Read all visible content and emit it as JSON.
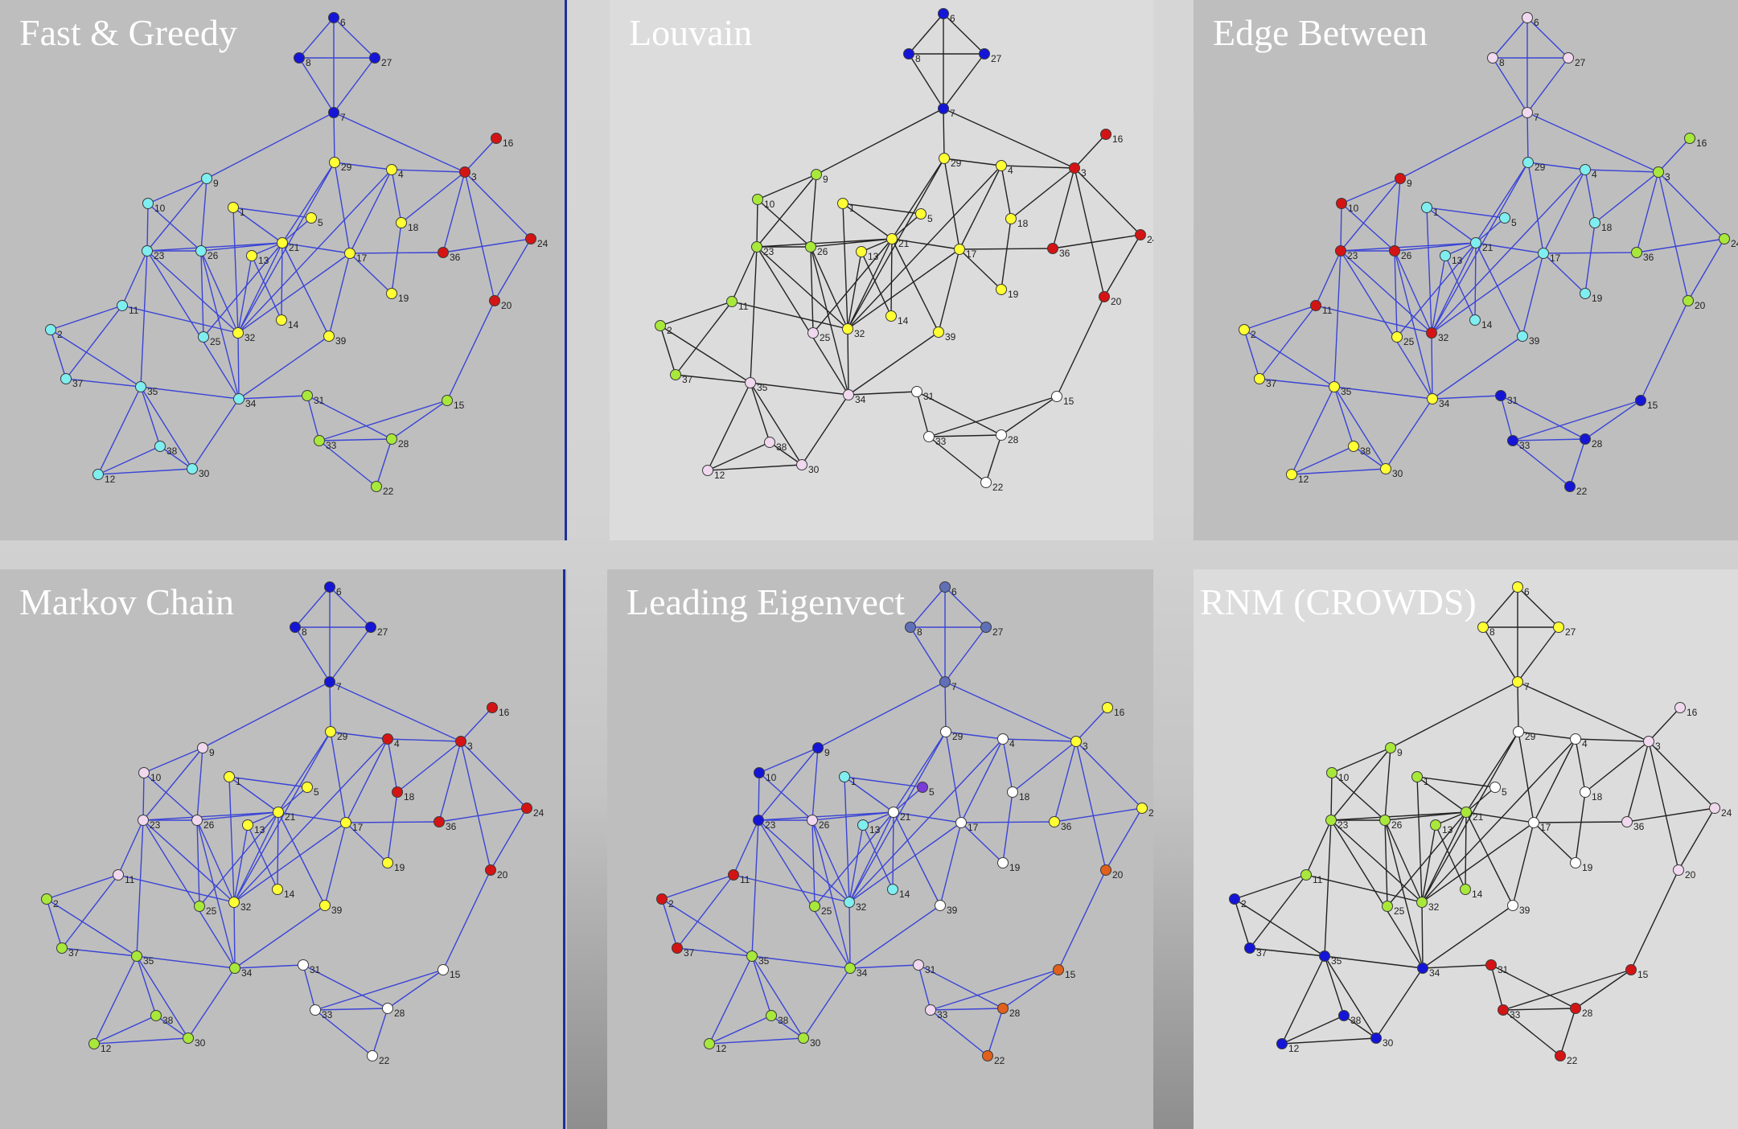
{
  "edges": [
    [
      6,
      8
    ],
    [
      6,
      27
    ],
    [
      8,
      27
    ],
    [
      6,
      7
    ],
    [
      8,
      7
    ],
    [
      27,
      7
    ],
    [
      7,
      9
    ],
    [
      7,
      29
    ],
    [
      7,
      3
    ],
    [
      9,
      10
    ],
    [
      9,
      23
    ],
    [
      9,
      26
    ],
    [
      10,
      23
    ],
    [
      10,
      26
    ],
    [
      23,
      26
    ],
    [
      23,
      11
    ],
    [
      23,
      35
    ],
    [
      23,
      32
    ],
    [
      23,
      34
    ],
    [
      23,
      21
    ],
    [
      26,
      21
    ],
    [
      26,
      32
    ],
    [
      26,
      25
    ],
    [
      26,
      34
    ],
    [
      1,
      5
    ],
    [
      1,
      21
    ],
    [
      1,
      32
    ],
    [
      5,
      21
    ],
    [
      13,
      21
    ],
    [
      13,
      32
    ],
    [
      13,
      14
    ],
    [
      21,
      32
    ],
    [
      21,
      14
    ],
    [
      21,
      17
    ],
    [
      21,
      25
    ],
    [
      21,
      39
    ],
    [
      29,
      17
    ],
    [
      29,
      4
    ],
    [
      29,
      21
    ],
    [
      29,
      32
    ],
    [
      4,
      17
    ],
    [
      4,
      18
    ],
    [
      4,
      3
    ],
    [
      4,
      32
    ],
    [
      3,
      16
    ],
    [
      3,
      36
    ],
    [
      3,
      20
    ],
    [
      3,
      24
    ],
    [
      3,
      18
    ],
    [
      17,
      36
    ],
    [
      17,
      39
    ],
    [
      17,
      19
    ],
    [
      17,
      32
    ],
    [
      18,
      19
    ],
    [
      36,
      24
    ],
    [
      24,
      20
    ],
    [
      11,
      2
    ],
    [
      11,
      37
    ],
    [
      11,
      32
    ],
    [
      2,
      37
    ],
    [
      2,
      35
    ],
    [
      37,
      35
    ],
    [
      35,
      34
    ],
    [
      35,
      38
    ],
    [
      35,
      12
    ],
    [
      35,
      30
    ],
    [
      12,
      38
    ],
    [
      12,
      30
    ],
    [
      38,
      30
    ],
    [
      34,
      39
    ],
    [
      34,
      30
    ],
    [
      34,
      31
    ],
    [
      34,
      32
    ],
    [
      31,
      33
    ],
    [
      31,
      28
    ],
    [
      33,
      28
    ],
    [
      33,
      22
    ],
    [
      33,
      15
    ],
    [
      28,
      22
    ],
    [
      28,
      15
    ],
    [
      15,
      20
    ]
  ],
  "panels": [
    {
      "title": "Fast & Greedy",
      "bg": "#bebebe",
      "edge_color": "#3a44d6",
      "colors": {
        "1": "#ffff33",
        "2": "#7feef0",
        "3": "#d41414",
        "4": "#ffff33",
        "5": "#ffff33",
        "6": "#1515d8",
        "7": "#1515d8",
        "8": "#1515d8",
        "9": "#7feef0",
        "10": "#7feef0",
        "11": "#7feef0",
        "12": "#7feef0",
        "13": "#ffff33",
        "14": "#ffff33",
        "15": "#a8e83a",
        "16": "#d41414",
        "17": "#ffff33",
        "18": "#ffff33",
        "19": "#ffff33",
        "20": "#d41414",
        "21": "#ffff33",
        "22": "#a8e83a",
        "23": "#7feef0",
        "24": "#d41414",
        "25": "#7feef0",
        "26": "#7feef0",
        "27": "#1515d8",
        "28": "#a8e83a",
        "29": "#ffff33",
        "30": "#7feef0",
        "31": "#a8e83a",
        "32": "#ffff33",
        "33": "#a8e83a",
        "34": "#7feef0",
        "35": "#7feef0",
        "36": "#d41414",
        "37": "#7feef0",
        "38": "#7feef0",
        "39": "#ffff33"
      }
    },
    {
      "title": "Louvain",
      "bg": "#dcdcdc",
      "edge_color": "#222222",
      "colors": {
        "1": "#ffff33",
        "2": "#a8e83a",
        "3": "#d41414",
        "4": "#ffff33",
        "5": "#ffff33",
        "6": "#1515d8",
        "7": "#1515d8",
        "8": "#1515d8",
        "9": "#a8e83a",
        "10": "#a8e83a",
        "11": "#a8e83a",
        "12": "#f0d8ee",
        "13": "#ffff33",
        "14": "#ffff33",
        "15": "#ffffff",
        "16": "#d41414",
        "17": "#ffff33",
        "18": "#ffff33",
        "19": "#ffff33",
        "20": "#d41414",
        "21": "#ffff33",
        "22": "#ffffff",
        "23": "#a8e83a",
        "24": "#d41414",
        "25": "#f0d8ee",
        "26": "#a8e83a",
        "27": "#1515d8",
        "28": "#ffffff",
        "29": "#ffff33",
        "30": "#f0d8ee",
        "31": "#ffffff",
        "32": "#ffff33",
        "33": "#ffffff",
        "34": "#f0d8ee",
        "35": "#f0d8ee",
        "36": "#d41414",
        "37": "#a8e83a",
        "38": "#f0d8ee",
        "39": "#ffff33"
      }
    },
    {
      "title": "Edge Between",
      "bg": "#bebebe",
      "edge_color": "#3a44d6",
      "colors": {
        "1": "#7feef0",
        "2": "#ffff33",
        "3": "#a8e83a",
        "4": "#7feef0",
        "5": "#7feef0",
        "6": "#f0d8ee",
        "7": "#f0d8ee",
        "8": "#f0d8ee",
        "9": "#d41414",
        "10": "#d41414",
        "11": "#d41414",
        "12": "#ffff33",
        "13": "#7feef0",
        "14": "#7feef0",
        "15": "#1515d8",
        "16": "#a8e83a",
        "17": "#7feef0",
        "18": "#7feef0",
        "19": "#7feef0",
        "20": "#a8e83a",
        "21": "#7feef0",
        "22": "#1515d8",
        "23": "#d41414",
        "24": "#a8e83a",
        "25": "#ffff33",
        "26": "#d41414",
        "27": "#f0d8ee",
        "28": "#1515d8",
        "29": "#7feef0",
        "30": "#ffff33",
        "31": "#1515d8",
        "32": "#d41414",
        "33": "#1515d8",
        "34": "#ffff33",
        "35": "#ffff33",
        "36": "#a8e83a",
        "37": "#ffff33",
        "38": "#ffff33",
        "39": "#7feef0"
      }
    },
    {
      "title": "Markov Chain",
      "bg": "#bebebe",
      "edge_color": "#3a44d6",
      "colors": {
        "1": "#ffff33",
        "2": "#a8e83a",
        "3": "#d41414",
        "4": "#d41414",
        "5": "#ffff33",
        "6": "#1515d8",
        "7": "#1515d8",
        "8": "#1515d8",
        "9": "#f0d8ee",
        "10": "#f0d8ee",
        "11": "#f0d8ee",
        "12": "#a8e83a",
        "13": "#ffff33",
        "14": "#ffff33",
        "15": "#ffffff",
        "16": "#d41414",
        "17": "#ffff33",
        "18": "#d41414",
        "19": "#ffff33",
        "20": "#d41414",
        "21": "#ffff33",
        "22": "#ffffff",
        "23": "#f0d8ee",
        "24": "#d41414",
        "25": "#a8e83a",
        "26": "#f0d8ee",
        "27": "#1515d8",
        "28": "#ffffff",
        "29": "#ffff33",
        "30": "#a8e83a",
        "31": "#ffffff",
        "32": "#ffff33",
        "33": "#ffffff",
        "34": "#a8e83a",
        "35": "#a8e83a",
        "36": "#d41414",
        "37": "#a8e83a",
        "38": "#a8e83a",
        "39": "#ffff33"
      }
    },
    {
      "title": "Leading Eigenvect",
      "bg": "#bebebe",
      "edge_color": "#3a44d6",
      "colors": {
        "1": "#7feef0",
        "2": "#d41414",
        "3": "#ffff33",
        "4": "#ffffff",
        "5": "#7a3cd6",
        "6": "#6070b8",
        "7": "#6070b8",
        "8": "#6070b8",
        "9": "#1515d8",
        "10": "#1515d8",
        "11": "#d41414",
        "12": "#a8e83a",
        "13": "#7feef0",
        "14": "#7feef0",
        "15": "#e0601c",
        "16": "#ffff33",
        "17": "#ffffff",
        "18": "#ffffff",
        "19": "#ffffff",
        "20": "#e0601c",
        "21": "#ffffff",
        "22": "#e0601c",
        "23": "#1515d8",
        "24": "#ffff33",
        "25": "#a8e83a",
        "26": "#f0d8ee",
        "27": "#6070b8",
        "28": "#e0601c",
        "29": "#ffffff",
        "30": "#a8e83a",
        "31": "#f0d8ee",
        "32": "#7feef0",
        "33": "#f0d8ee",
        "34": "#a8e83a",
        "35": "#a8e83a",
        "36": "#ffff33",
        "37": "#d41414",
        "38": "#a8e83a",
        "39": "#ffffff"
      }
    },
    {
      "title": "RNM (CROWDS)",
      "bg": "#dcdcdc",
      "edge_color": "#222222",
      "colors": {
        "1": "#a8e83a",
        "2": "#1515d8",
        "3": "#f0d8ee",
        "4": "#ffffff",
        "5": "#ffffff",
        "6": "#ffff33",
        "7": "#ffff33",
        "8": "#ffff33",
        "9": "#a8e83a",
        "10": "#a8e83a",
        "11": "#a8e83a",
        "12": "#1515d8",
        "13": "#a8e83a",
        "14": "#a8e83a",
        "15": "#d41414",
        "16": "#f0d8ee",
        "17": "#ffffff",
        "18": "#ffffff",
        "19": "#ffffff",
        "20": "#f0d8ee",
        "21": "#a8e83a",
        "22": "#d41414",
        "23": "#a8e83a",
        "24": "#f0d8ee",
        "25": "#a8e83a",
        "26": "#a8e83a",
        "27": "#ffff33",
        "28": "#d41414",
        "29": "#ffffff",
        "30": "#1515d8",
        "31": "#d41414",
        "32": "#a8e83a",
        "33": "#d41414",
        "34": "#1515d8",
        "35": "#1515d8",
        "36": "#f0d8ee",
        "37": "#1515d8",
        "38": "#1515d8",
        "39": "#ffffff"
      }
    }
  ]
}
